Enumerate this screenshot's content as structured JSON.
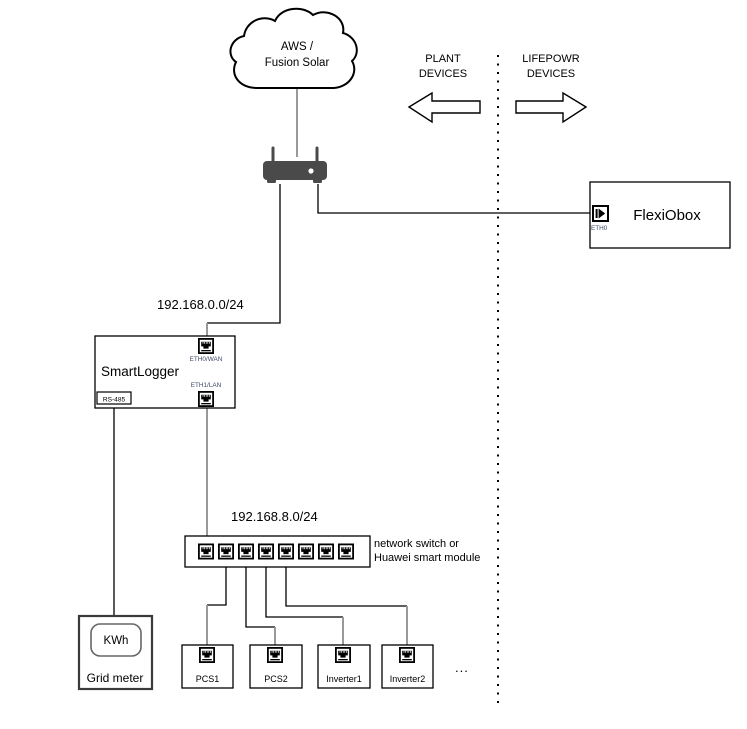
{
  "diagram": {
    "cloud": {
      "label_line1": "AWS /",
      "label_line2": "Fusion Solar"
    },
    "zones": {
      "plant": {
        "line1": "PLANT",
        "line2": "DEVICES"
      },
      "lifepowr": {
        "line1": "LIFEPOWR",
        "line2": "DEVICES"
      }
    },
    "subnets": {
      "wan": "192.168.0.0/24",
      "lan": "192.168.8.0/24"
    },
    "smartlogger": {
      "title": "SmartLogger",
      "port_wan": "ETH0/WAN",
      "port_lan": "ETH1/LAN",
      "port_rs485": "RS-485"
    },
    "flexiobox": {
      "title": "FlexiObox",
      "port": "ETH0"
    },
    "switch": {
      "note_line1": "network switch or",
      "note_line2": "Huawei smart module",
      "port_count": 8
    },
    "grid_meter": {
      "display": "KWh",
      "label": "Grid meter"
    },
    "devices": [
      {
        "label": "PCS1"
      },
      {
        "label": "PCS2"
      },
      {
        "label": "Inverter1"
      },
      {
        "label": "Inverter2"
      }
    ],
    "ellipsis": "...",
    "colors": {
      "line_black": "#000000",
      "cable_gray": "#999999",
      "router_body": "#4a4a4a",
      "port_label": "#3d4a66"
    }
  }
}
